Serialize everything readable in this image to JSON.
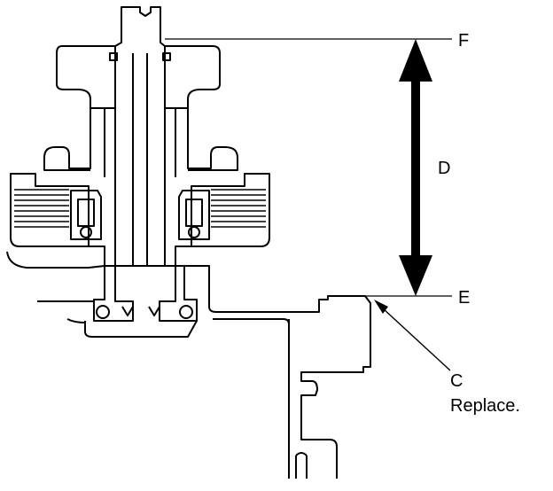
{
  "labels": {
    "f": "F",
    "d": "D",
    "e": "E",
    "c": "C",
    "replace": "Replace."
  },
  "colors": {
    "line": "#000000",
    "background": "#ffffff"
  }
}
